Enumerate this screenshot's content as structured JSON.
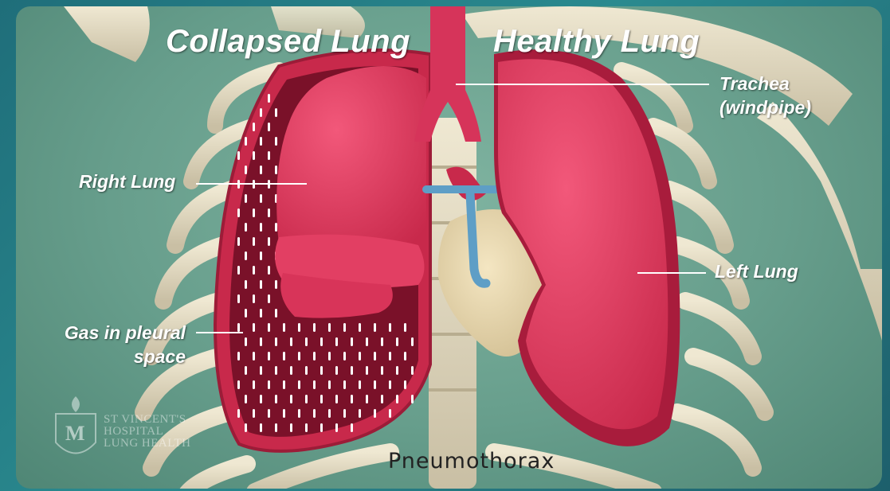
{
  "titles": {
    "collapsed": "Collapsed Lung",
    "healthy": "Healthy Lung"
  },
  "labels": {
    "trachea": "Trachea\n(windpipe)",
    "right_lung": "Right Lung",
    "left_lung": "Left Lung",
    "gas": "Gas in pleural\nspace"
  },
  "caption": "Pneumothorax",
  "logo": {
    "text": "ST VINCENT'S\nHOSPITAL\nLUNG HEALTH",
    "monogram": "M"
  },
  "colors": {
    "lung": "#e8395f",
    "lung_dark": "#b8203f",
    "bone": "#e4dcc4",
    "heart": "#ecdcb2",
    "vein": "#5e9ec6",
    "background": "#6fa693"
  }
}
